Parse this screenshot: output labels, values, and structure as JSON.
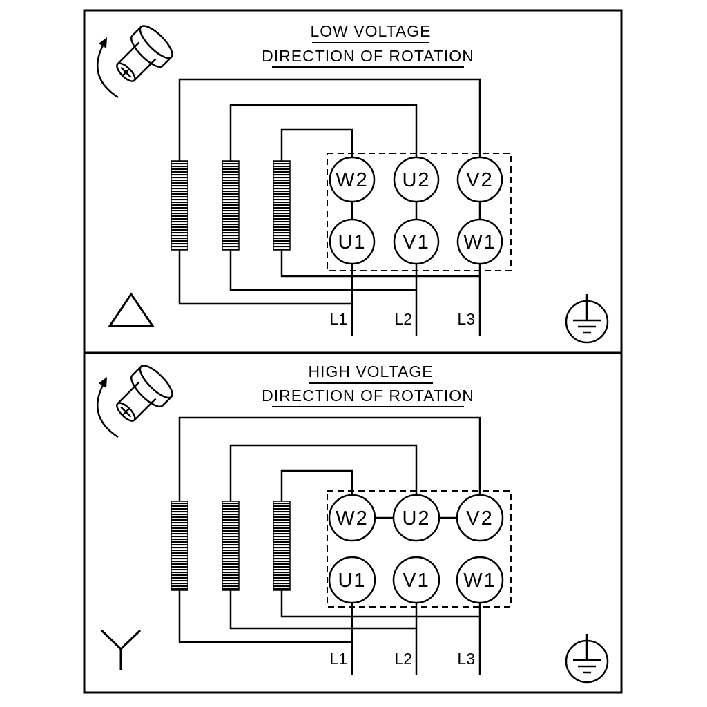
{
  "colors": {
    "line": "#000000",
    "background": "#ffffff"
  },
  "panels": [
    {
      "id": "low-voltage",
      "title": "LOW VOLTAGE",
      "subtitle": "DIRECTION OF ROTATION",
      "connection": "delta",
      "terminals_top": [
        "W2",
        "U2",
        "V2"
      ],
      "terminals_bottom": [
        "U1",
        "V1",
        "W1"
      ],
      "leads": [
        "L1",
        "L2",
        "L3"
      ]
    },
    {
      "id": "high-voltage",
      "title": "HIGH VOLTAGE",
      "subtitle": "DIRECTION OF ROTATION",
      "connection": "star",
      "terminals_top": [
        "W2",
        "U2",
        "V2"
      ],
      "terminals_bottom": [
        "U1",
        "V1",
        "W1"
      ],
      "leads": [
        "L1",
        "L2",
        "L3"
      ]
    }
  ],
  "icons": {
    "rotation": "shaft-rotation-direction",
    "delta": "delta-connection-symbol",
    "star": "star-connection-symbol",
    "ground": "earth-ground-symbol"
  }
}
